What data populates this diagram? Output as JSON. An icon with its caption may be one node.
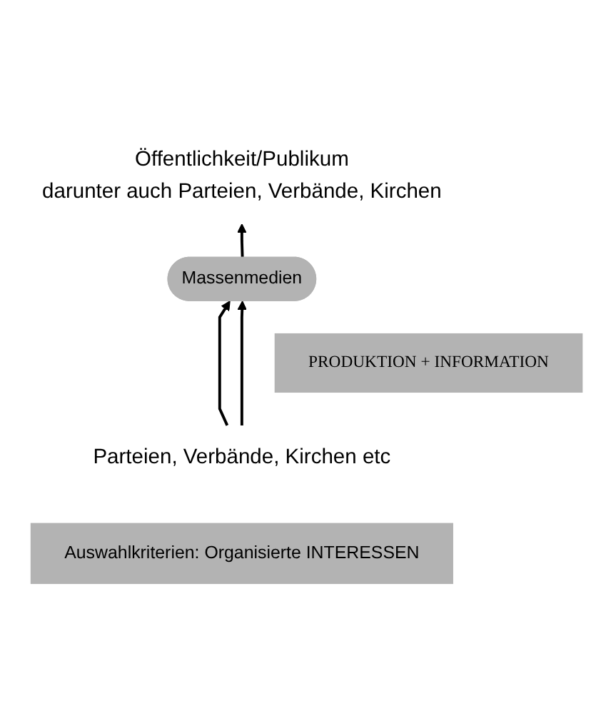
{
  "diagram": {
    "nodes": [
      {
        "text": [
          "Öffentlichkeit/Publikum",
          "darunter auch Parteien, Verbände, Kirchen"
        ]
      },
      {
        "text": [
          "Massenmedien"
        ]
      },
      {
        "text": [
          "Parteien, Verbände, Kirchen etc"
        ]
      },
      {
        "text": [
          "PRODUKTION + INFORMATION"
        ]
      },
      {
        "text": [
          "Auswahlkriterien: Organisierte INTERESSEN"
        ]
      }
    ],
    "edges": [
      {
        "from": 1,
        "to": 0,
        "arrow": "to"
      },
      {
        "from": 2,
        "to": 1,
        "arrow": "to"
      },
      {
        "from": 2,
        "to": 1,
        "arrow": "to"
      }
    ]
  }
}
